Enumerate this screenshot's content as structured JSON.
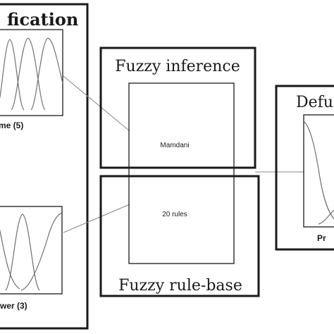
{
  "fuzzification": {
    "title": "fication",
    "input_top_label": "me (5)",
    "input_bottom_label": "wer (3)"
  },
  "inference": {
    "title": "Fuzzy inference",
    "method_label": "Mamdani",
    "rules_label": "20 rules"
  },
  "rule_base": {
    "title": "Fuzzy rule-base"
  },
  "defuzzification": {
    "title": "Defu",
    "output_label": "Pr"
  },
  "colors": {
    "stroke": "#1a1a1a",
    "curve": "#707070",
    "connector": "#8a8a8a"
  }
}
